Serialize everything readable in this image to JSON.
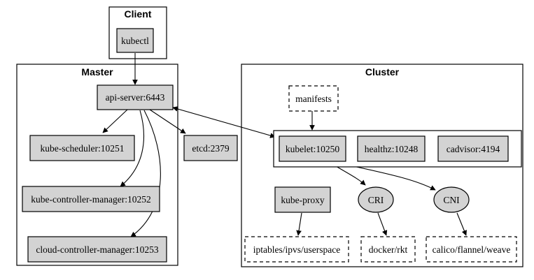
{
  "clusters": {
    "client": "Client",
    "master": "Master",
    "cluster": "Cluster"
  },
  "nodes": {
    "kubectl": "kubectl",
    "api_server": "api-server:6443",
    "kube_scheduler": "kube-scheduler:10251",
    "etcd": "etcd:2379",
    "kube_controller_manager": "kube-controller-manager:10252",
    "cloud_controller_manager": "cloud-controller-manager:10253",
    "manifests": "manifests",
    "kubelet": "kubelet:10250",
    "healthz": "healthz:10248",
    "cadvisor": "cadvisor:4194",
    "kube_proxy": "kube-proxy",
    "cri": "CRI",
    "cni": "CNI",
    "iptables": "iptables/ipvs/userspace",
    "docker": "docker/rkt",
    "calico": "calico/flannel/weave"
  }
}
